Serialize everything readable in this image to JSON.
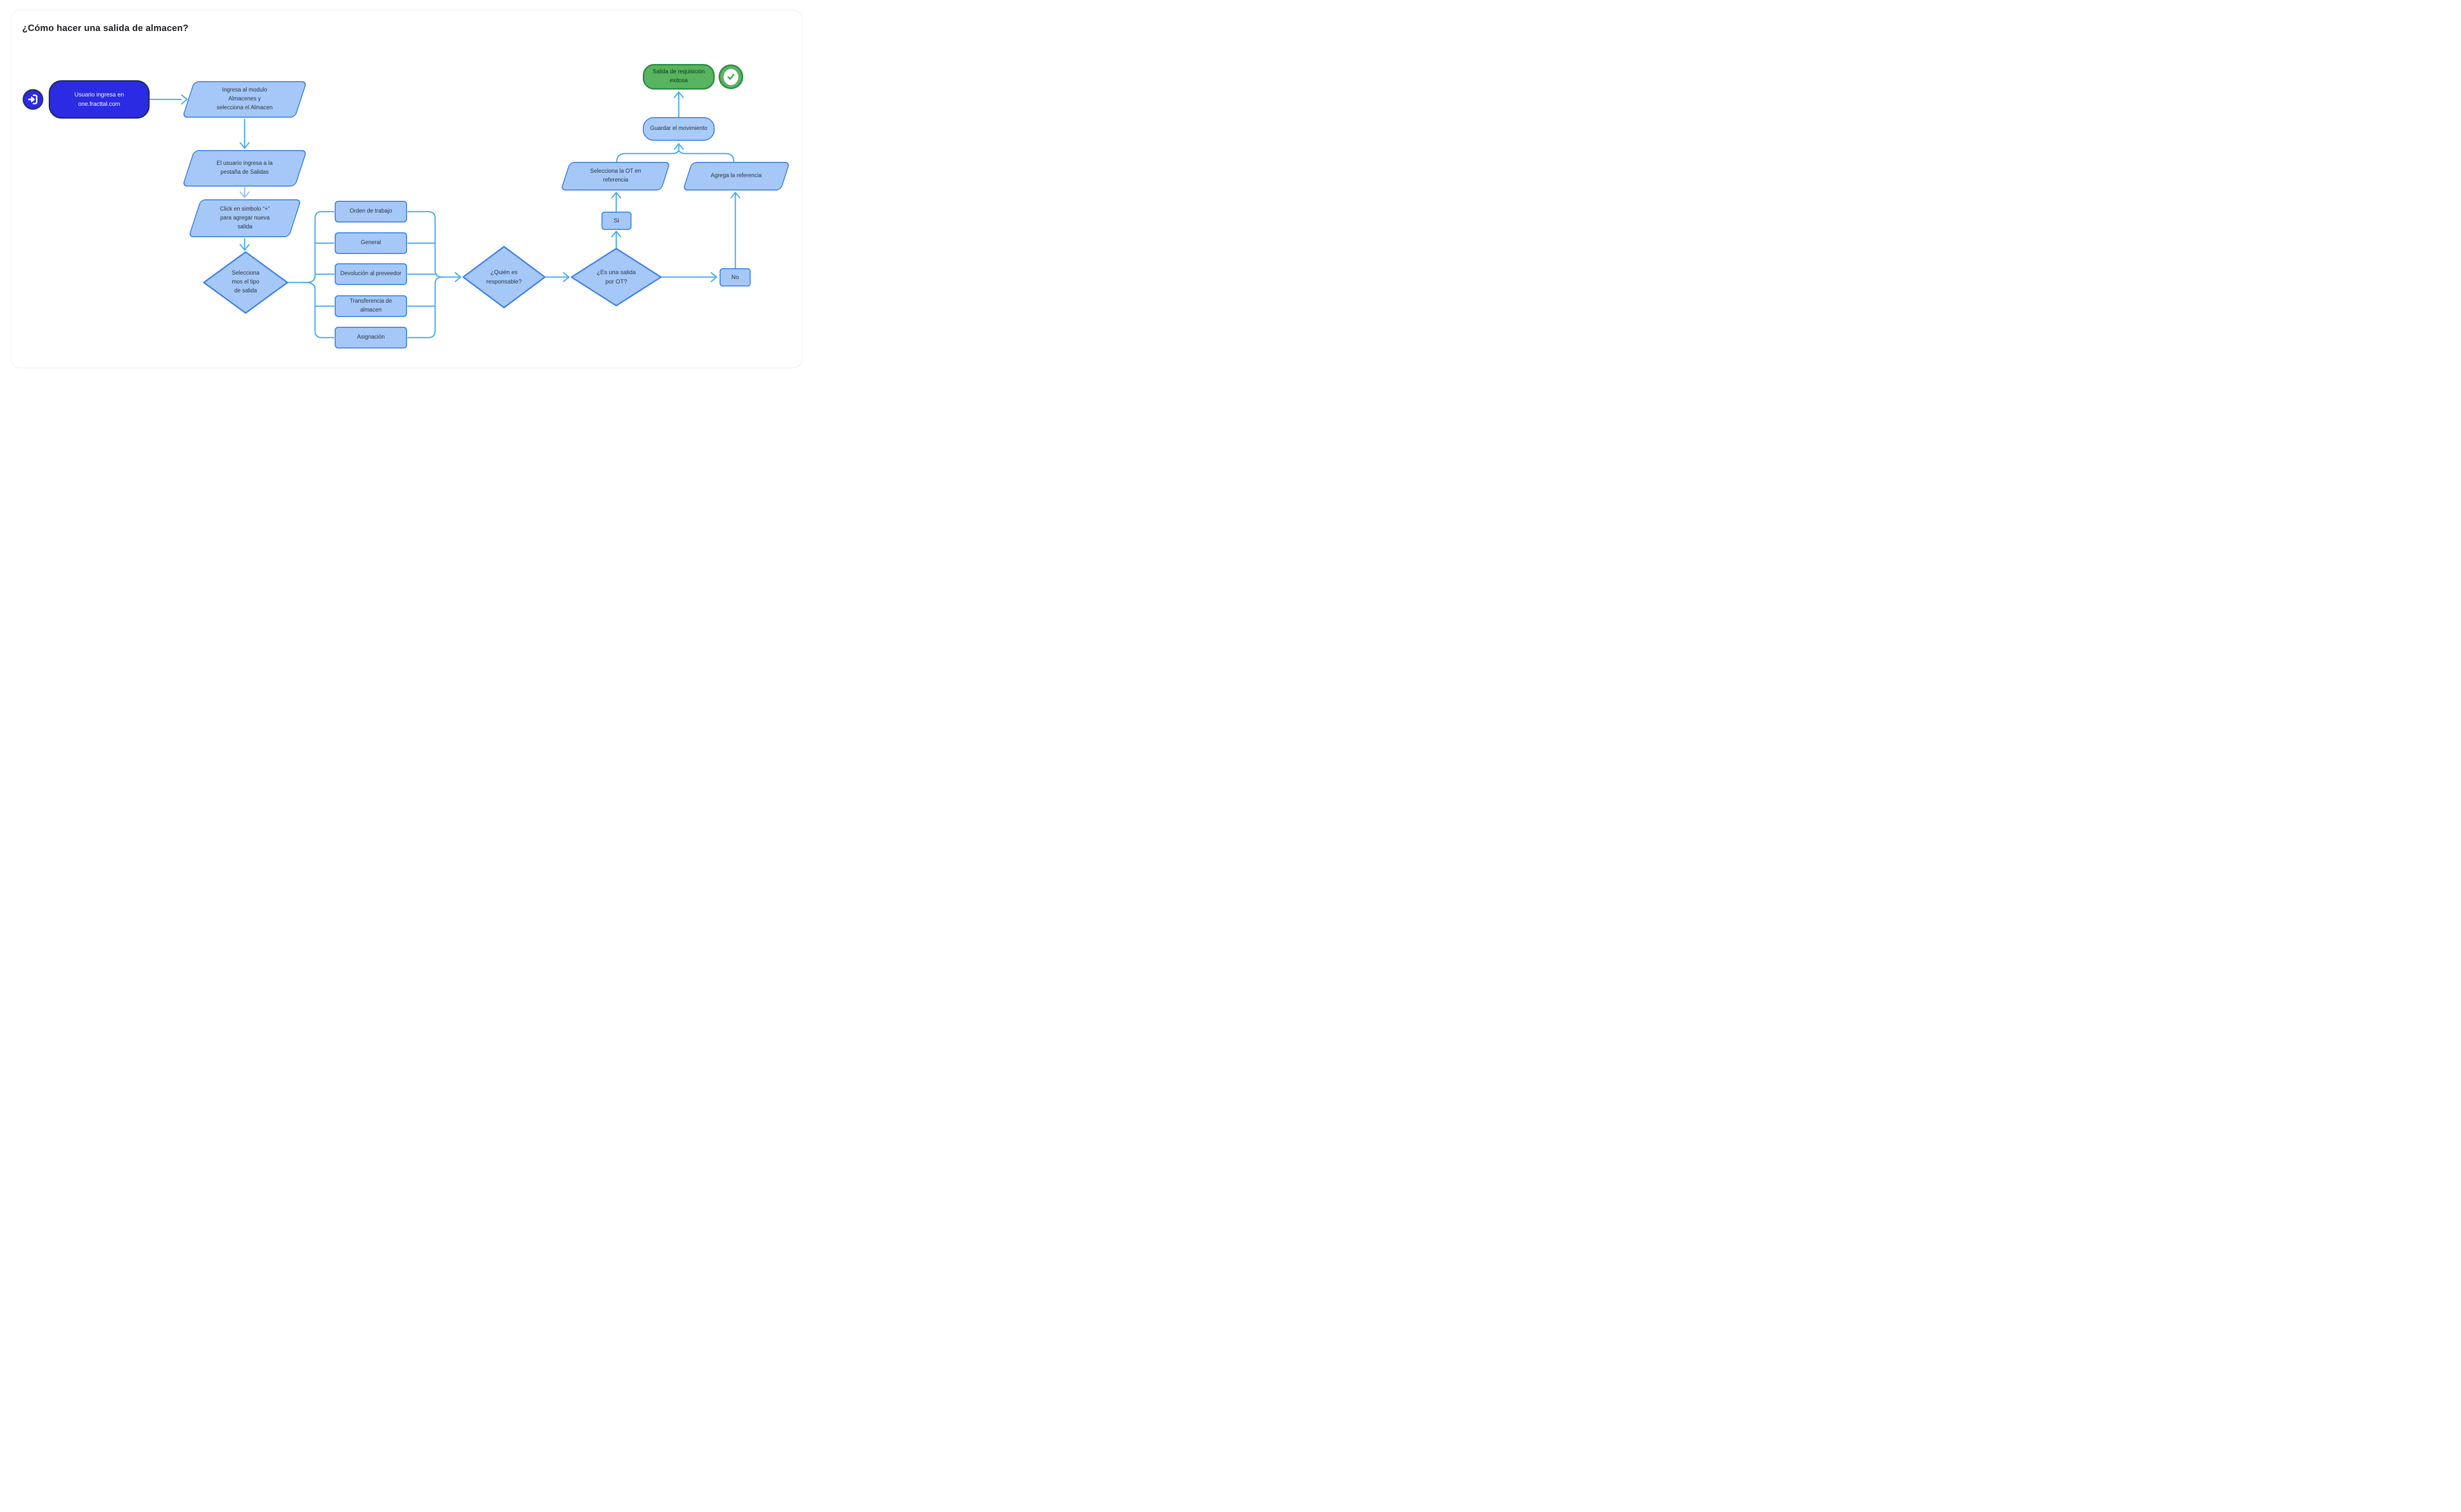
{
  "page": {
    "title": "¿Cómo hacer una salida de almacen?"
  },
  "colors": {
    "node_fill": "#A6C8F8",
    "node_border": "#3C7FE6",
    "connector": "#49ADF5",
    "connector_light": "#9FBEF6",
    "start_fill": "#2B2BE4",
    "start_border": "#232A68",
    "success_fill": "#56B55E",
    "success_border": "#2F8A44",
    "text_dark": "#2A3440"
  },
  "flowchart": {
    "nodes": {
      "start_entry": "Usuario ingresa en\none.fracttal.com",
      "enter_module": "Ingresa al modulo\nAlmacenes y\nselecciona el Almacen",
      "enter_tab": "El usuario ingresa a la\npestaña de Salidas",
      "click_plus": "Click en simbolo “+”\npara agregar nueva\nsalida",
      "select_type": "Selecciona\nmos el tipo\nde salida",
      "who_responsible": "¿Quién es\nresponsable?",
      "is_ot_exit": "¿Es una salida\npor OT?",
      "yes": "Si",
      "no": "No",
      "select_ot": "Selecciona la OT en\nreferencia",
      "add_reference": "Agrega la referencia",
      "save_movement": "Guardar el movimiento",
      "success": "Salida de requisición\nexitosa"
    },
    "options": [
      "Orden de trabajo",
      "General",
      "Devolución al preveedor",
      "Transferencia de\nalmacen",
      "Asignación"
    ],
    "icons": {
      "start": "login-icon",
      "success": "check-icon"
    }
  }
}
